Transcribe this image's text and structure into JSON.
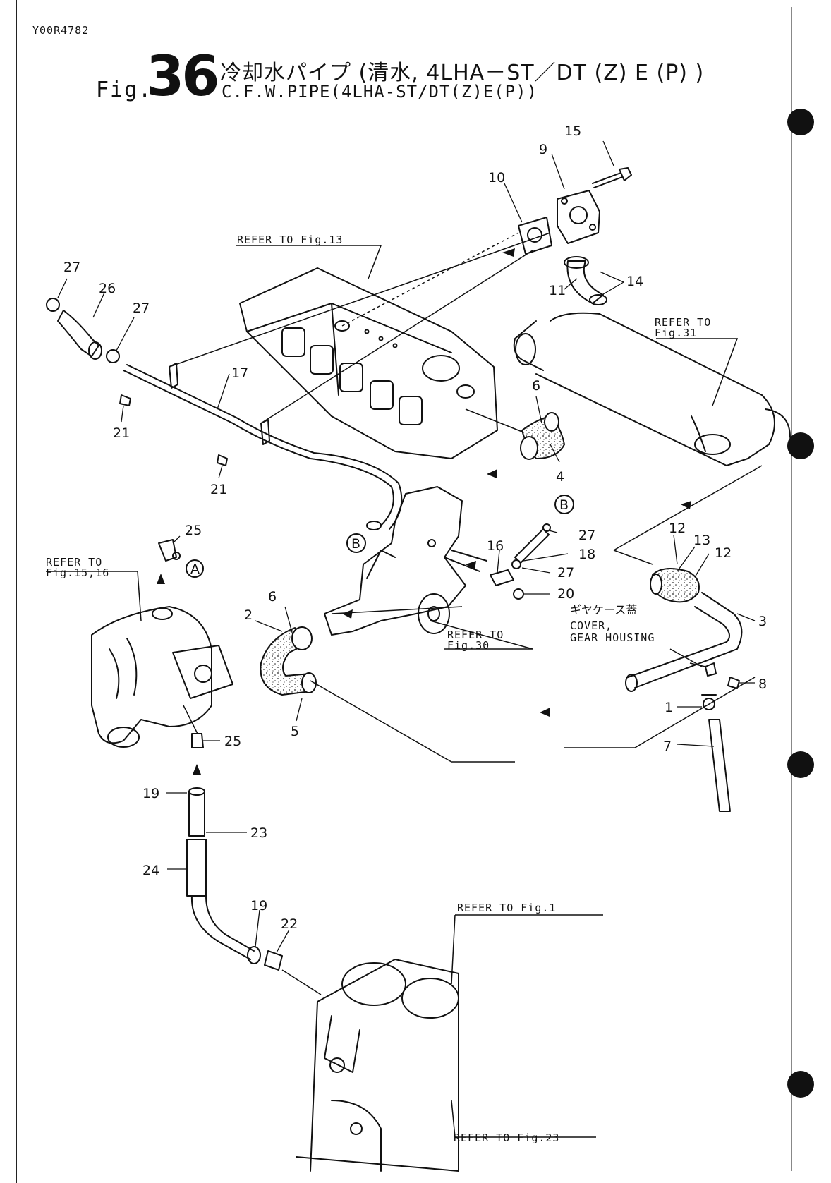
{
  "page_code": "Y00R4782",
  "figure": {
    "prefix": "Fig.",
    "number": "36",
    "title_jp": "冷却水パイプ (清水, 4LHA－ST／DT (Z) E (P) )",
    "title_en": "C.F.W.PIPE(4LHA-ST/DT(Z)E(P))"
  },
  "references": {
    "fig13": "REFER TO Fig.13",
    "fig31_line1": "REFER TO",
    "fig31_line2": "Fig.31",
    "fig15_line1": "REFER TO",
    "fig15_line2": "Fig.15,16",
    "fig30_line1": "REFER TO",
    "fig30_line2": "Fig.30",
    "fig1": "REFER TO Fig.1",
    "fig23": "REFER TO Fig.23"
  },
  "gear_cover": {
    "jp": "ギヤケース蓋",
    "en1": "COVER,",
    "en2": "GEAR HOUSING"
  },
  "connectors": {
    "a": "A",
    "b": "B"
  },
  "callouts": {
    "p1": "1",
    "p2": "2",
    "p3": "3",
    "p4": "4",
    "p5": "5",
    "p6a": "6",
    "p6b": "6",
    "p7": "7",
    "p8": "8",
    "p9": "9",
    "p10": "10",
    "p11": "11",
    "p12a": "12",
    "p12b": "12",
    "p13": "13",
    "p14": "14",
    "p15": "15",
    "p16": "16",
    "p17": "17",
    "p18": "18",
    "p19a": "19",
    "p19b": "19",
    "p20": "20",
    "p21a": "21",
    "p21b": "21",
    "p22": "22",
    "p23": "23",
    "p24": "24",
    "p25a": "25",
    "p25b": "25",
    "p26": "26",
    "p27a": "27",
    "p27b": "27",
    "p27c": "27",
    "p27d": "27"
  }
}
